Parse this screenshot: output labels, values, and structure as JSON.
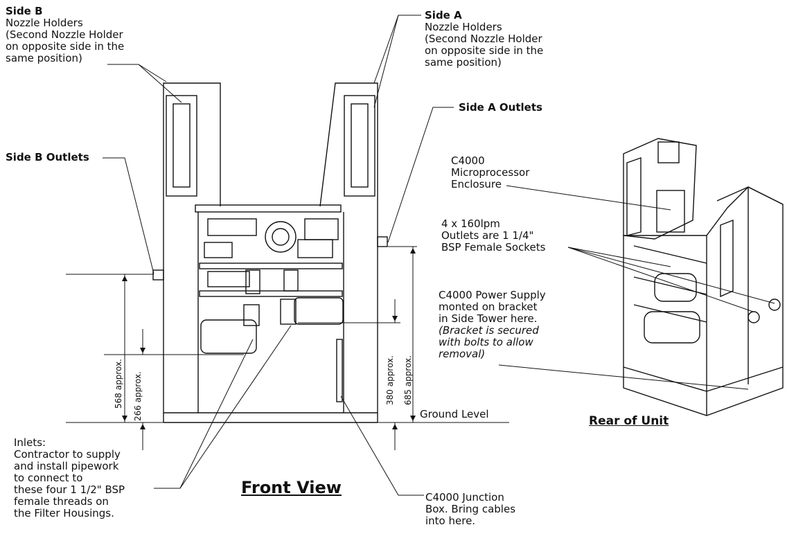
{
  "labels": {
    "side_b_nozzle": {
      "heading": "Side B",
      "lines": [
        "Nozzle Holders",
        "(Second Nozzle Holder",
        "on opposite side in the",
        "same position)"
      ]
    },
    "side_a_nozzle": {
      "heading": "Side A",
      "lines": [
        "Nozzle Holders",
        "(Second Nozzle Holder",
        "on opposite side in the",
        "same position)"
      ]
    },
    "side_a_outlets": "Side A Outlets",
    "side_b_outlets": "Side B Outlets",
    "c4000_micro": [
      "C4000",
      "Microprocessor",
      "Enclosure"
    ],
    "outlets_note": [
      "4 x 160lpm",
      "Outlets are 1 1/4\"",
      "BSP Female Sockets"
    ],
    "power_supply": {
      "lines": [
        "C4000 Power Supply",
        "monted on bracket",
        "in Side Tower here."
      ],
      "italic": [
        "(Bracket is secured",
        "with bolts to allow",
        "removal)"
      ]
    },
    "ground_level": "Ground Level",
    "inlets": [
      "Inlets:",
      "Contractor to supply",
      "and install pipework",
      "to connect to",
      "these four 1 1/2\" BSP",
      "female threads on",
      "the Filter Housings."
    ],
    "junction_box": [
      "C4000 Junction",
      "Box. Bring cables",
      "into here."
    ],
    "front_view": "Front View",
    "rear_of_unit": "Rear of Unit"
  },
  "dimensions": {
    "d568": "568 approx.",
    "d266": "266 approx.",
    "d380": "380 approx.",
    "d685": "685 approx."
  }
}
